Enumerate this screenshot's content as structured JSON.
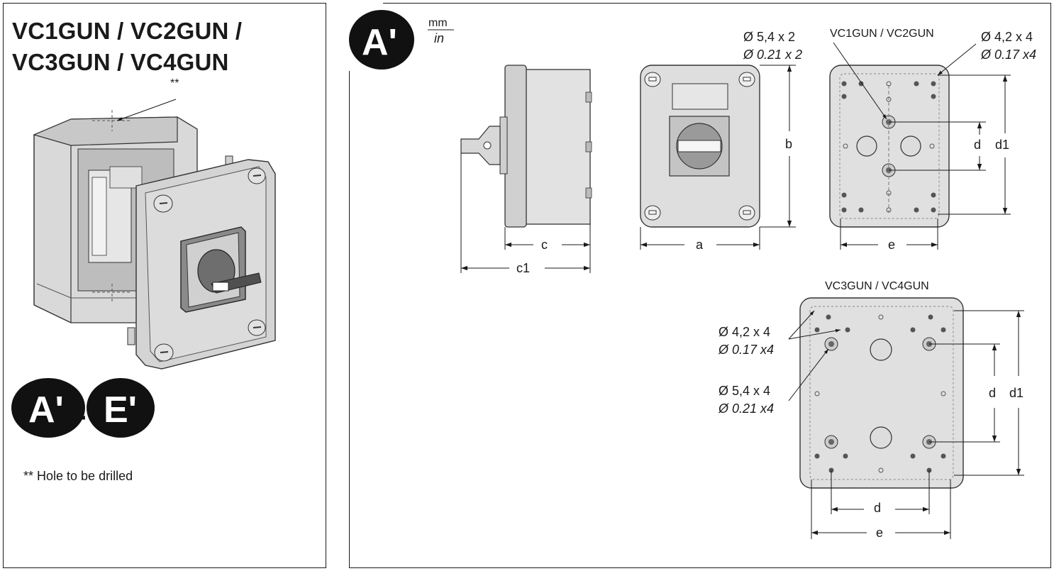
{
  "title": {
    "line1": "VC1GUN / VC2GUN /",
    "line2": "VC3GUN / VC4GUN"
  },
  "left": {
    "drill_marker": "**",
    "badge_a": "A'",
    "badge_sep": "-",
    "badge_e": "E'",
    "footnote": "** Hole to be drilled"
  },
  "right": {
    "badge": "A'",
    "unit_top": "mm",
    "unit_bottom": "in",
    "top_group_title": "VC1GUN / VC2GUN",
    "bottom_group_title": "VC3GUN / VC4GUN",
    "hole_big_top_mm": "Ø 5,4 x 2",
    "hole_big_top_in": "Ø 0.21 x 2",
    "hole_small_top_mm": "Ø 4,2 x 4",
    "hole_small_top_in": "Ø 0.17 x4",
    "hole_small_bottom_mm": "Ø 4,2 x 4",
    "hole_small_bottom_in": "Ø 0.17 x4",
    "hole_big_bottom_mm": "Ø 5,4 x 4",
    "hole_big_bottom_in": "Ø 0.21 x4",
    "dim_c": "c",
    "dim_c1": "c1",
    "dim_a": "a",
    "dim_b": "b",
    "dim_d": "d",
    "dim_d1": "d1",
    "dim_e": "e",
    "dim_d_bottom_v": "d",
    "dim_d1_bottom": "d1",
    "dim_d_bottom_h": "d",
    "dim_e_bottom": "e"
  }
}
